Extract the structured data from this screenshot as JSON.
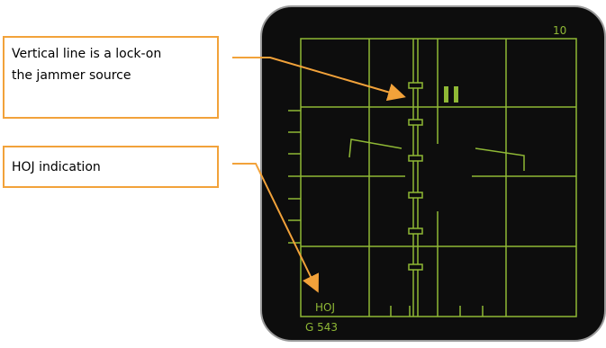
{
  "callouts": {
    "lock_on": {
      "line1": "Vertical line is a lock-on",
      "line2": "the jammer source"
    },
    "hoj": {
      "text": "HOJ indication"
    }
  },
  "display": {
    "range_scale": "10",
    "hoj_label": "HOJ",
    "readout": "G 543"
  },
  "colors": {
    "display_bg": "#0d0d0d",
    "display_border": "#9a9a9a",
    "symbology": "#8fb835",
    "callout_border": "#f2a23a",
    "arrow": "#f2a23a"
  }
}
